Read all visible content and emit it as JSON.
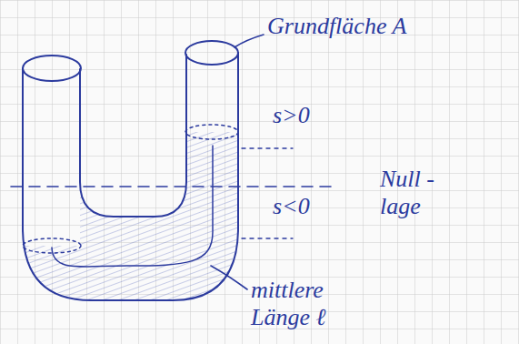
{
  "diagram": {
    "labels": [
      "Grundfläche A",
      "s>0",
      "s<0",
      "Null - lage",
      "mittlere Länge ℓ"
    ]
  }
}
